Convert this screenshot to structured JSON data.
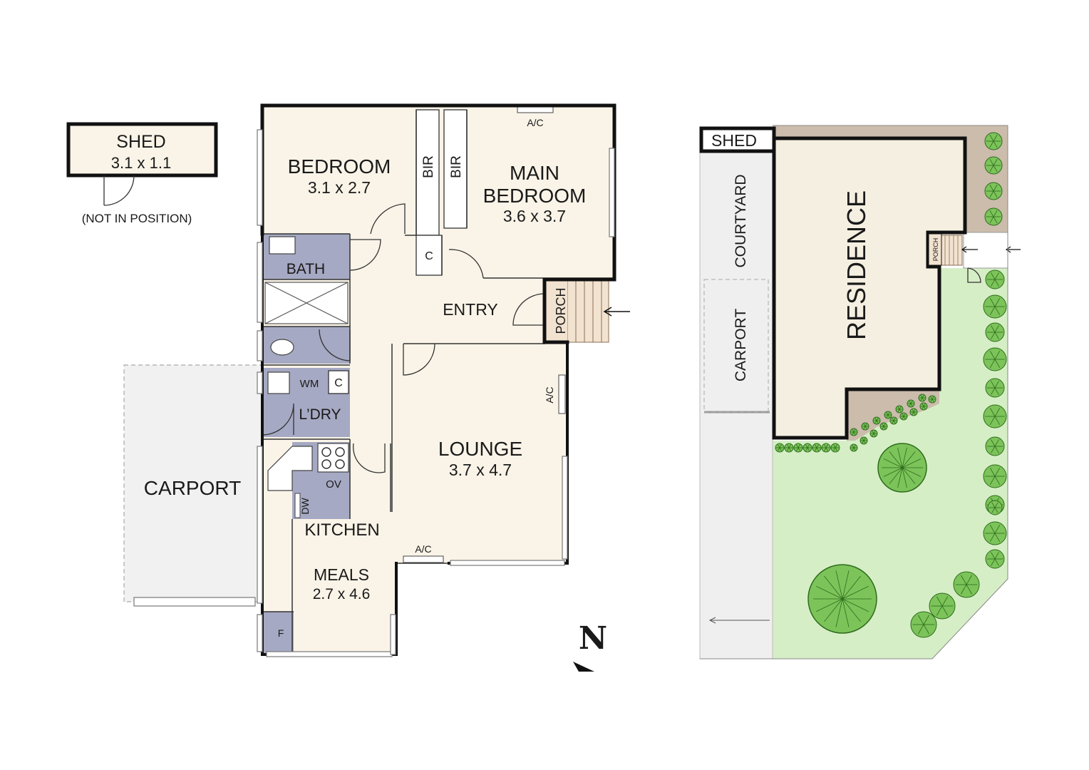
{
  "colors": {
    "room_fill": "#faf4e8",
    "wet_fill": "#a6a9c3",
    "grass": "#d6eec6",
    "paving": "#efefef",
    "garden_bed": "#cbbcac",
    "tree_fill": "#7cc35a",
    "tree_line": "#2e6d1c"
  },
  "floor_plan": {
    "shed": {
      "name": "SHED",
      "size": "3.1 x 1.1",
      "note": "(NOT IN POSITION)"
    },
    "bedroom": {
      "name": "BEDROOM",
      "size": "3.1 x 2.7"
    },
    "main_bedroom": {
      "name_line1": "MAIN",
      "name_line2": "BEDROOM",
      "size": "3.6 x 3.7"
    },
    "bir_1": "BIR",
    "bir_2": "BIR",
    "cupboard": "C",
    "ac_top": "A/C",
    "bath": "BATH",
    "entry": "ENTRY",
    "porch": "PORCH",
    "wm": "WM",
    "laundry_cupboard": "C",
    "laundry": "L’DRY",
    "ac_lounge": "A/C",
    "lounge": {
      "name": "LOUNGE",
      "size": "3.7 x 4.7"
    },
    "carport": "CARPORT",
    "oven": "OV",
    "dishwasher": "DW",
    "kitchen": "KITCHEN",
    "ac_meals": "A/C",
    "meals": {
      "name": "MEALS",
      "size": "2.7 x 4.6"
    },
    "fridge": "F",
    "north": "N"
  },
  "site_plan": {
    "shed": "SHED",
    "courtyard": "COURTYARD",
    "residence": "RESIDENCE",
    "porch": "PORCH",
    "carport": "CARPORT"
  }
}
